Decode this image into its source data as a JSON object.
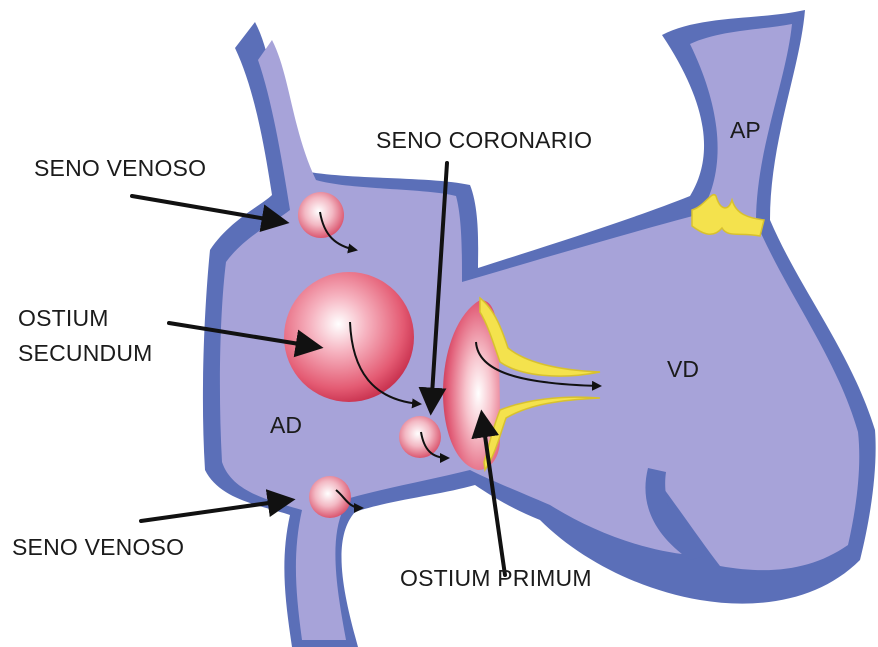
{
  "labels": {
    "seno_venoso_top": "SENO VENOSO",
    "seno_coronario": "SENO CORONARIO",
    "ostium_secundum_line1": "OSTIUM",
    "ostium_secundum_line2": "SECUNDUM",
    "ad": "AD",
    "vd": "VD",
    "ap": "AP",
    "seno_venoso_bottom": "SENO VENOSO",
    "ostium_primum": "OSTIUM PRIMUM"
  },
  "colors": {
    "chamber_fill": "#a7a3d9",
    "wall": "#5b6fb8",
    "defect": "#e0566f",
    "valve": "#f4e24d",
    "arrow": "#111111"
  }
}
